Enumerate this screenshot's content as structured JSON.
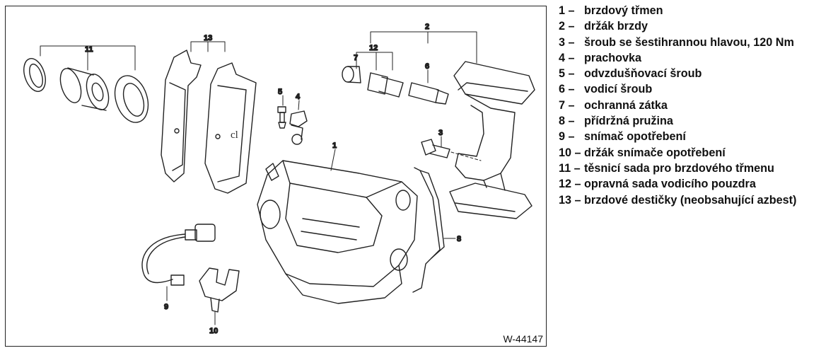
{
  "figure": {
    "code": "W-44147",
    "callouts": [
      "1",
      "2",
      "3",
      "4",
      "5",
      "6",
      "7",
      "8",
      "9",
      "10",
      "11",
      "12",
      "13"
    ],
    "pad_marking": "cl"
  },
  "legend": [
    {
      "num": "1 –",
      "text": "brzdový třmen"
    },
    {
      "num": "2 –",
      "text": "držák brzdy"
    },
    {
      "num": "3 –",
      "text": "šroub se šestihrannou hlavou, 120 Nm"
    },
    {
      "num": "4 –",
      "text": "prachovka"
    },
    {
      "num": "5 –",
      "text": "odvzdušňovací šroub"
    },
    {
      "num": "6 –",
      "text": "vodicí šroub"
    },
    {
      "num": "7 –",
      "text": "ochranná zátka"
    },
    {
      "num": "8 –",
      "text": "přídržná pružina"
    },
    {
      "num": "9 –",
      "text": "snímač opotřebení"
    },
    {
      "num": "10 –",
      "text": "držák snímače opotřebení"
    },
    {
      "num": "11 –",
      "text": "těsnicí sada pro brzdového třmenu"
    },
    {
      "num": "12 –",
      "text": "opravná sada vodicího pouzdra"
    },
    {
      "num": "13 –",
      "text": "brzdové destičky (neobsahující azbest)"
    }
  ]
}
